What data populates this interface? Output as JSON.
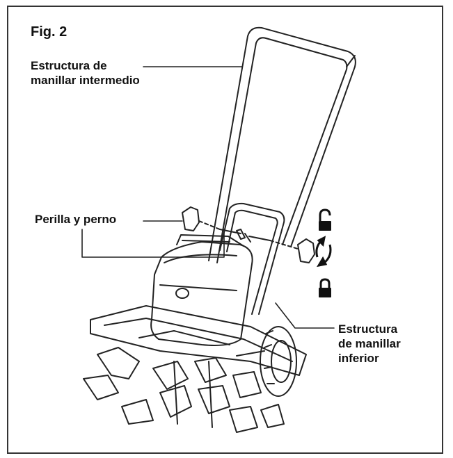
{
  "figure": {
    "title": "Fig. 2"
  },
  "labels": {
    "middle_handle": [
      "Estructura de",
      "manillar intermedio"
    ],
    "knob_bolt": "Perilla y perno",
    "lower_handle": [
      "Estructura",
      "de manillar",
      "inferior"
    ]
  },
  "icons": [
    "lock-open-icon",
    "rotate-arrows-icon",
    "lock-closed-icon"
  ],
  "colors": {
    "ink": "#111111",
    "frame": "#333333",
    "paper": "#ffffff"
  }
}
